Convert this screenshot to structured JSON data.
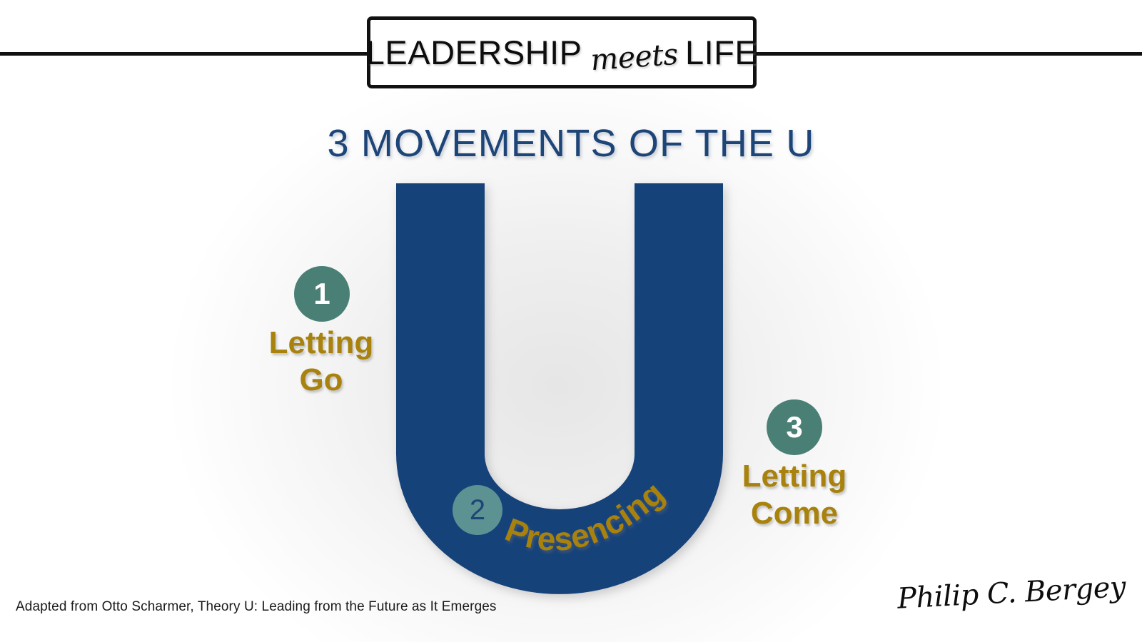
{
  "brand": {
    "logo_word_1": "LEADERSHIP",
    "logo_script": "meets",
    "logo_word_2": "LIFE"
  },
  "title": "3 MOVEMENTS OF THE U",
  "diagram": {
    "shape": "U",
    "shape_color": "#16427A",
    "badge_color": "#4A7F75",
    "label_color": "#A8820C",
    "title_color": "#1D4578",
    "steps": [
      {
        "number": "1",
        "label": "Letting\nGo",
        "position": "left-outside"
      },
      {
        "number": "2",
        "label": "Presencing",
        "position": "bottom-curve"
      },
      {
        "number": "3",
        "label": "Letting\nCome",
        "position": "right-outside"
      }
    ]
  },
  "footer": {
    "attribution": "Adapted from Otto Scharmer, Theory U: Leading from the Future as It Emerges",
    "signature": "Philip C. Bergey"
  }
}
